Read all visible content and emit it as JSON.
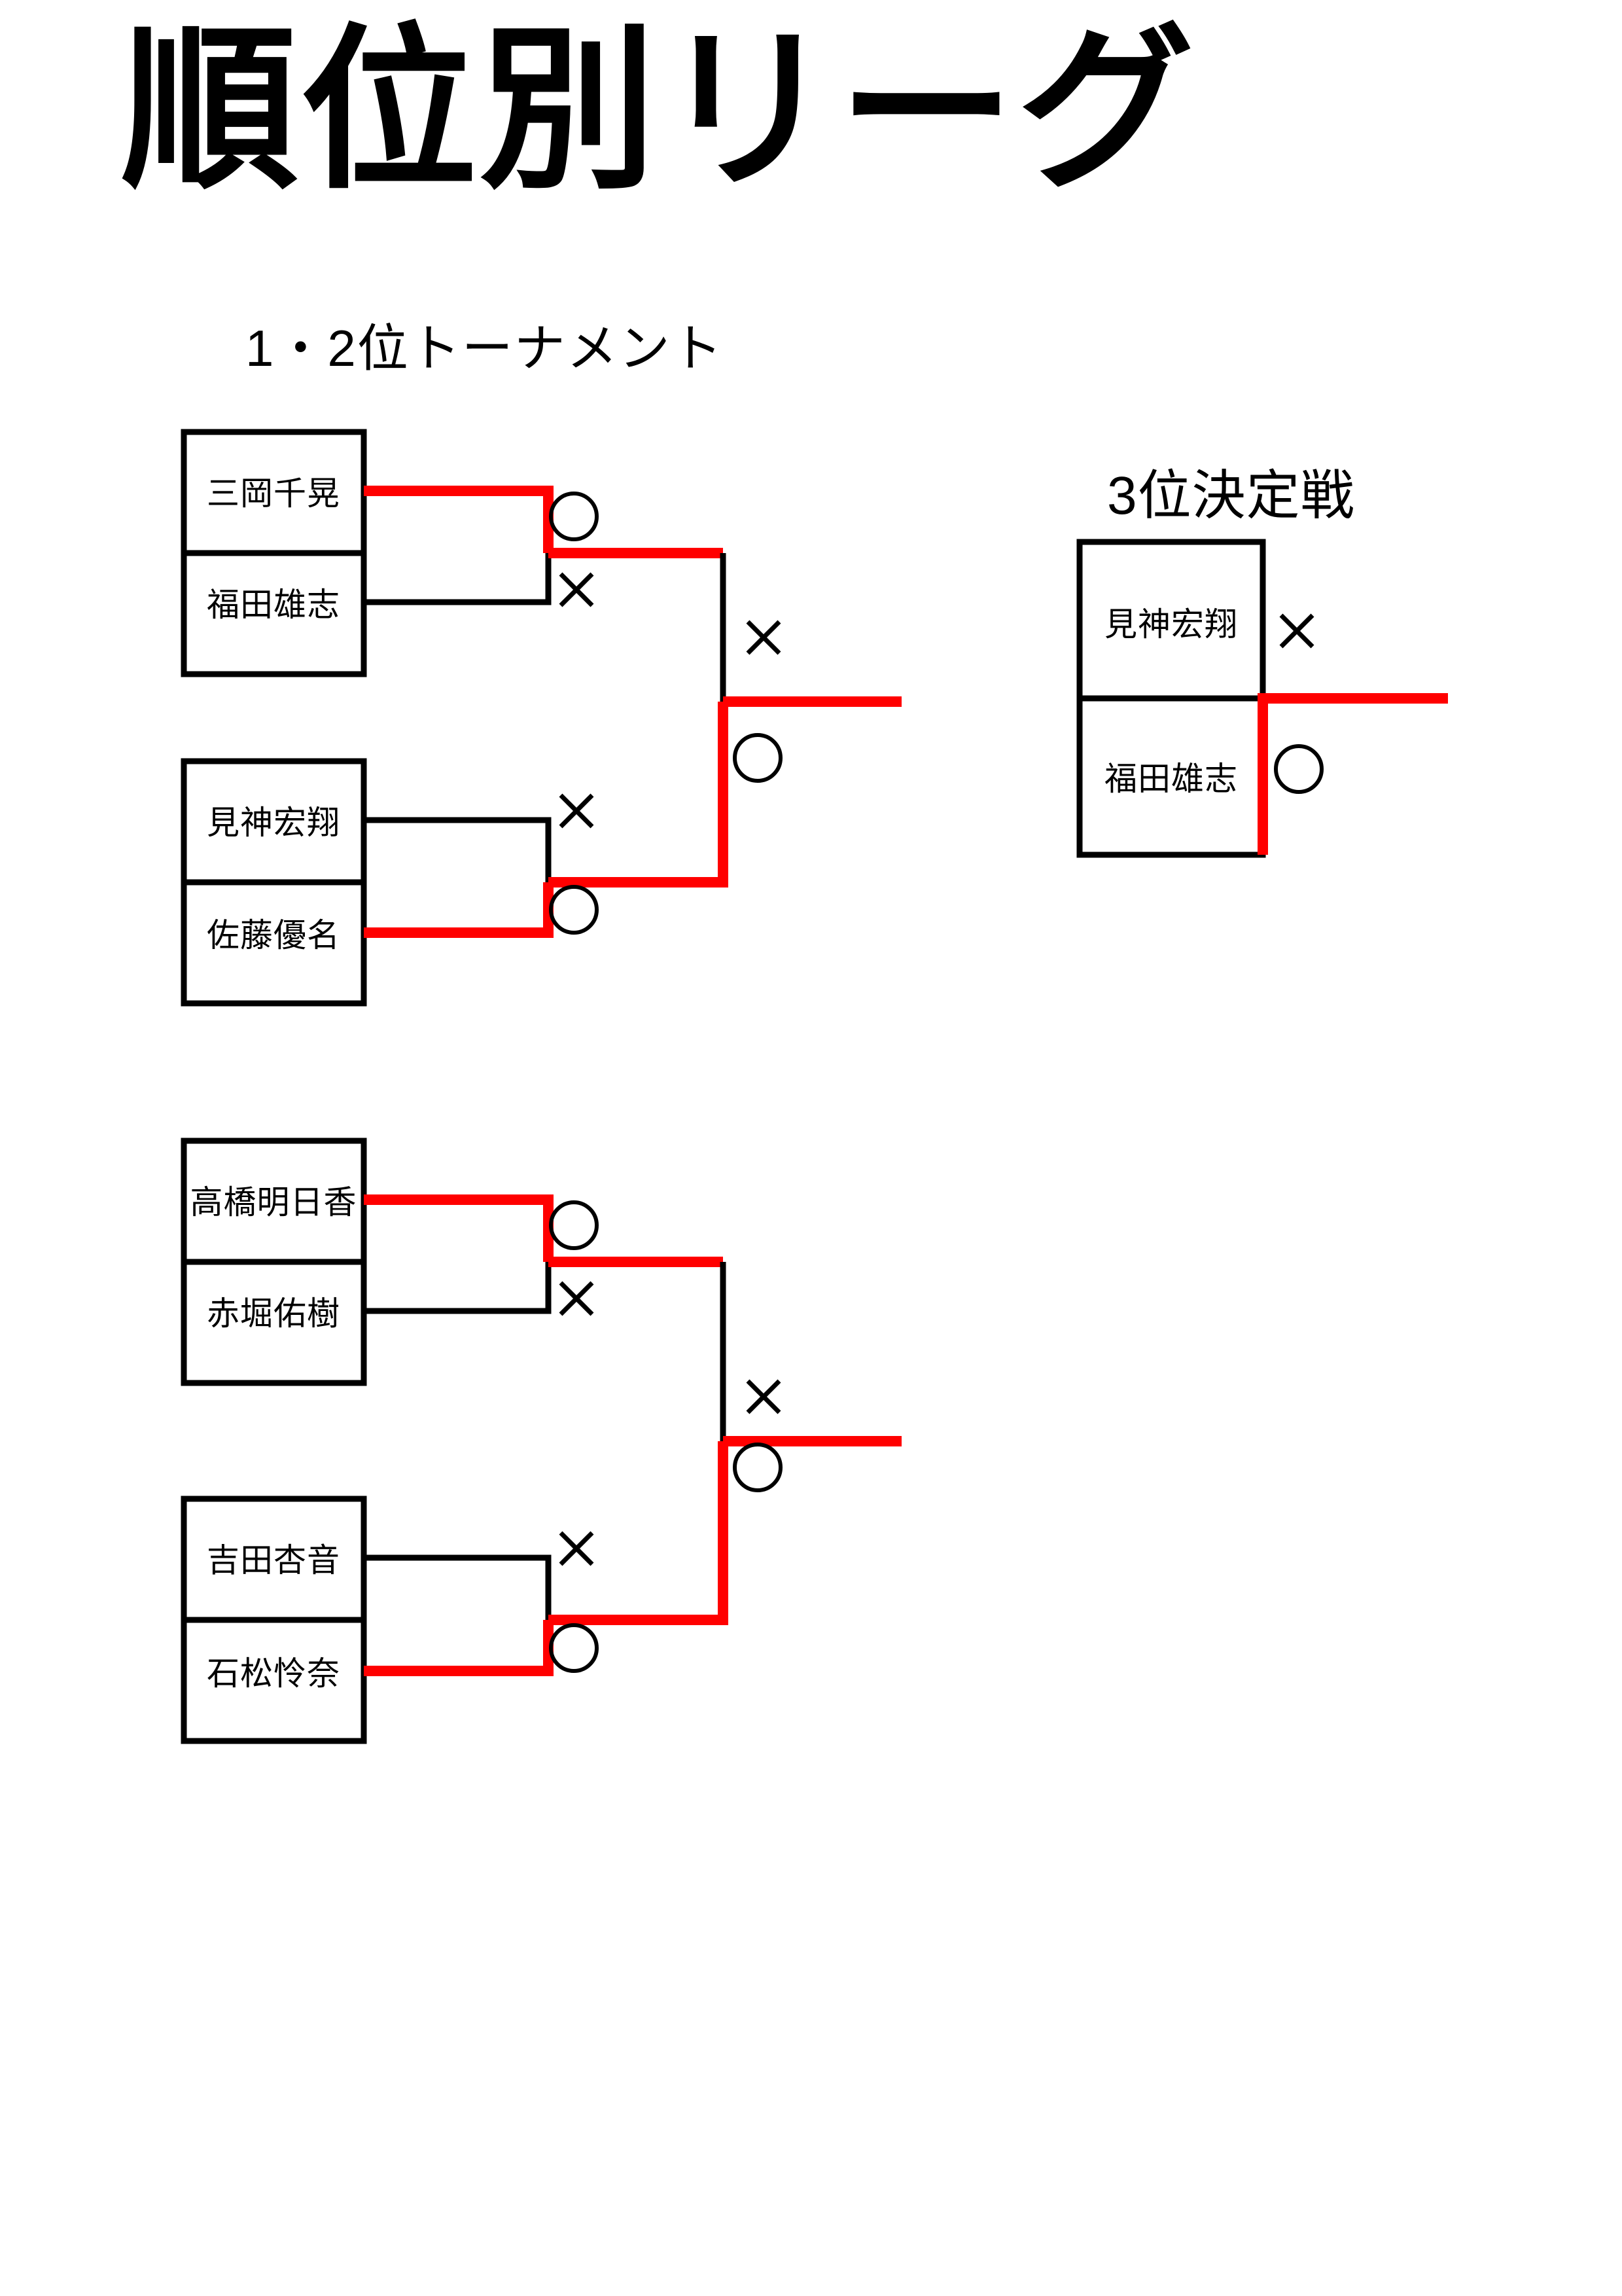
{
  "page": {
    "title": "順位別リーグ",
    "background_color": "#ffffff",
    "line_color": "#000000",
    "highlight_color": "#ff0000"
  },
  "sections": {
    "main_tournament": {
      "heading": "1・2位トーナメント"
    },
    "third_place": {
      "heading": "3位決定戦"
    }
  },
  "marks": {
    "win": "○",
    "lose": "×"
  },
  "bracket": {
    "upper_half": {
      "match_1": {
        "top_player": "三岡千晃",
        "top_result": "○",
        "bottom_player": "福田雄志",
        "bottom_result": "×",
        "winner": "三岡千晃"
      },
      "match_2": {
        "top_player": "見神宏翔",
        "top_result": "×",
        "bottom_player": "佐藤優名",
        "bottom_result": "○",
        "winner": "佐藤優名"
      },
      "semifinal": {
        "top_result": "×",
        "bottom_result": "○",
        "winner": "佐藤優名"
      }
    },
    "lower_half": {
      "match_3": {
        "top_player": "高橋明日香",
        "top_result": "○",
        "bottom_player": "赤堀佑樹",
        "bottom_result": "×",
        "winner": "高橋明日香"
      },
      "match_4": {
        "top_player": "吉田杏音",
        "top_result": "×",
        "bottom_player": "石松怜奈",
        "bottom_result": "○",
        "winner": "石松怜奈"
      },
      "semifinal": {
        "top_result": "×",
        "bottom_result": "○",
        "winner": "石松怜奈"
      }
    }
  },
  "third_place_match": {
    "top_player": "見神宏翔",
    "top_result": "×",
    "bottom_player": "福田雄志",
    "bottom_result": "○",
    "winner": "福田雄志"
  }
}
